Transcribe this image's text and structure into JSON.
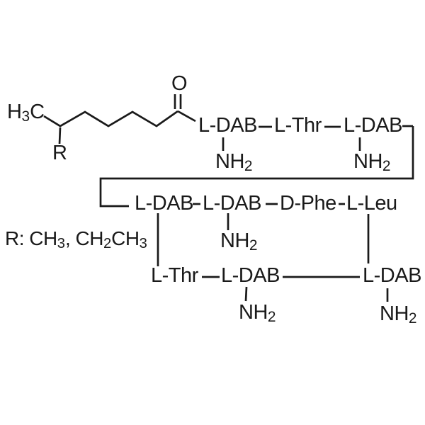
{
  "diagram": {
    "kind": "chemical-structure",
    "background_color": "#ffffff",
    "ink_color": "#1a1a1a",
    "molecule": {
      "terminal_methyl": [
        {
          "t": "H"
        },
        {
          "s": "3"
        },
        {
          "t": "C"
        }
      ],
      "r_substituent": "R",
      "carbonyl_oxygen": "O",
      "amine": [
        {
          "t": "NH"
        },
        {
          "s": "2"
        }
      ],
      "r_legend": [
        {
          "t": "R: CH"
        },
        {
          "s": "3"
        },
        {
          "t": ", CH"
        },
        {
          "s": "2"
        },
        {
          "t": "CH"
        },
        {
          "s": "3"
        }
      ],
      "rows": {
        "row1": [
          "L-DAB",
          "L-Thr",
          "L-DAB"
        ],
        "row2": [
          "L-DAB",
          "L-DAB",
          "D-Phe",
          "L-Leu"
        ],
        "row3": [
          "L-Thr",
          "L-DAB",
          "L-DAB"
        ]
      }
    }
  }
}
